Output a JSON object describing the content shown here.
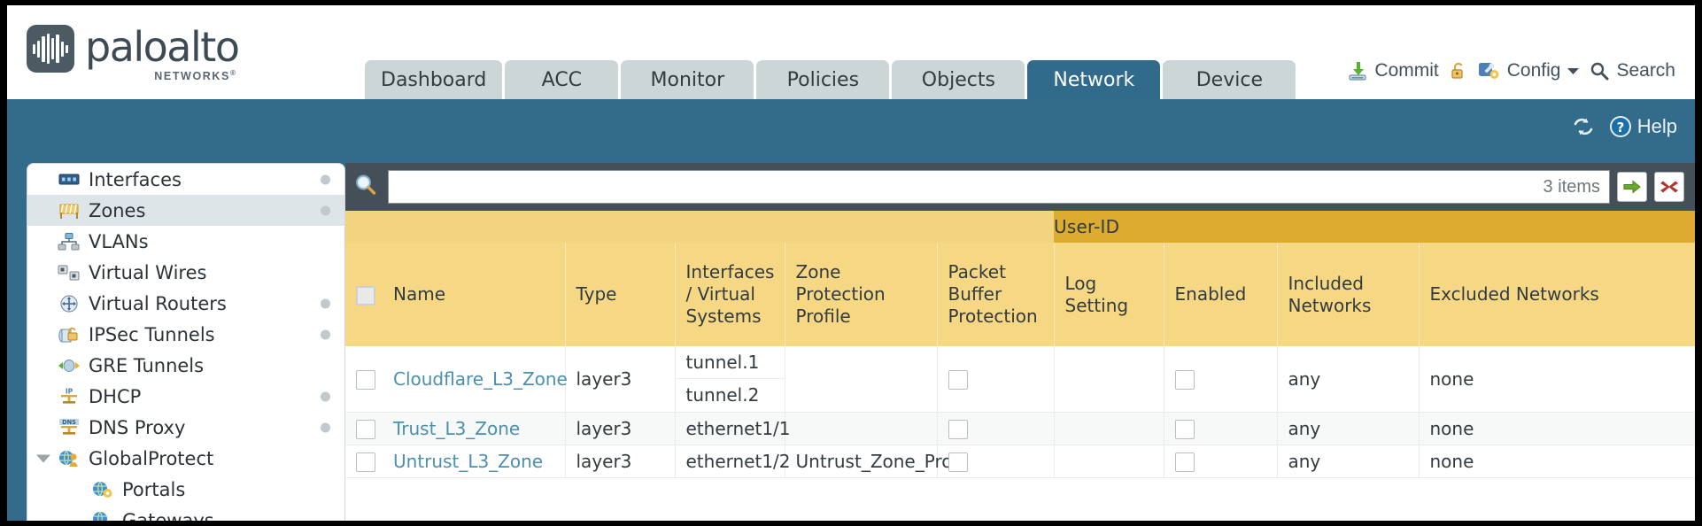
{
  "brand": {
    "name": "paloalto",
    "tagline": "NETWORKS",
    "registered": "®"
  },
  "nav": {
    "tabs": [
      {
        "label": "Dashboard",
        "active": false
      },
      {
        "label": "ACC",
        "active": false
      },
      {
        "label": "Monitor",
        "active": false
      },
      {
        "label": "Policies",
        "active": false
      },
      {
        "label": "Objects",
        "active": false
      },
      {
        "label": "Network",
        "active": true
      },
      {
        "label": "Device",
        "active": false
      }
    ],
    "actions": {
      "commit": "Commit",
      "lock_icon": "lock-icon",
      "config": "Config",
      "config_caret": "▼",
      "search": "Search"
    }
  },
  "toolbar": {
    "refresh_icon": "refresh-icon",
    "help": "Help",
    "help_icon": "help-icon"
  },
  "sidebar": {
    "items": [
      {
        "label": "Interfaces",
        "icon": "interfaces-icon",
        "dot": true,
        "selected": false,
        "child": false,
        "caret": false
      },
      {
        "label": "Zones",
        "icon": "zones-icon",
        "dot": true,
        "selected": true,
        "child": false,
        "caret": false
      },
      {
        "label": "VLANs",
        "icon": "vlans-icon",
        "dot": false,
        "selected": false,
        "child": false,
        "caret": false
      },
      {
        "label": "Virtual Wires",
        "icon": "virtual-wires-icon",
        "dot": false,
        "selected": false,
        "child": false,
        "caret": false
      },
      {
        "label": "Virtual Routers",
        "icon": "virtual-routers-icon",
        "dot": true,
        "selected": false,
        "child": false,
        "caret": false
      },
      {
        "label": "IPSec Tunnels",
        "icon": "ipsec-tunnels-icon",
        "dot": true,
        "selected": false,
        "child": false,
        "caret": false
      },
      {
        "label": "GRE Tunnels",
        "icon": "gre-tunnels-icon",
        "dot": false,
        "selected": false,
        "child": false,
        "caret": false
      },
      {
        "label": "DHCP",
        "icon": "dhcp-icon",
        "dot": true,
        "selected": false,
        "child": false,
        "caret": false
      },
      {
        "label": "DNS Proxy",
        "icon": "dns-proxy-icon",
        "dot": true,
        "selected": false,
        "child": false,
        "caret": false
      },
      {
        "label": "GlobalProtect",
        "icon": "globalprotect-icon",
        "dot": false,
        "selected": false,
        "child": false,
        "caret": true
      },
      {
        "label": "Portals",
        "icon": "portals-icon",
        "dot": false,
        "selected": false,
        "child": true,
        "caret": false
      },
      {
        "label": "Gateways",
        "icon": "gateways-icon",
        "dot": false,
        "selected": false,
        "child": true,
        "caret": false
      }
    ]
  },
  "search": {
    "value": "",
    "placeholder": "",
    "icon": "search-icon",
    "items_count": "3 items",
    "apply_icon": "green-arrow-icon",
    "clear_icon": "red-x-icon"
  },
  "table": {
    "group_header": "User-ID",
    "columns": [
      "Name",
      "Type",
      "Interfaces / Virtual Systems",
      "Zone Protection Profile",
      "Packet Buffer Protection",
      "Log Setting",
      "Enabled",
      "Included Networks",
      "Excluded Networks"
    ],
    "rows": [
      {
        "selected": false,
        "name": "Cloudflare_L3_Zone",
        "type": "layer3",
        "interfaces": [
          "tunnel.1",
          "tunnel.2"
        ],
        "zone_protection_profile": "",
        "packet_buffer_protection": false,
        "log_setting": "",
        "user_id_enabled": false,
        "included_networks": "any",
        "excluded_networks": "none"
      },
      {
        "selected": false,
        "name": "Trust_L3_Zone",
        "type": "layer3",
        "interfaces": [
          "ethernet1/1"
        ],
        "zone_protection_profile": "",
        "packet_buffer_protection": false,
        "log_setting": "",
        "user_id_enabled": false,
        "included_networks": "any",
        "excluded_networks": "none"
      },
      {
        "selected": false,
        "name": "Untrust_L3_Zone",
        "type": "layer3",
        "interfaces": [
          "ethernet1/2"
        ],
        "zone_protection_profile": "Untrust_Zone_Prof",
        "packet_buffer_protection": false,
        "log_setting": "",
        "user_id_enabled": false,
        "included_networks": "any",
        "excluded_networks": "none"
      }
    ]
  },
  "colors": {
    "brand_blue": "#336b8b",
    "header_yellow": "#f6d784",
    "group_gold": "#dcab2f",
    "link_blue": "#4a90ae",
    "panel_dark": "#454f57"
  }
}
